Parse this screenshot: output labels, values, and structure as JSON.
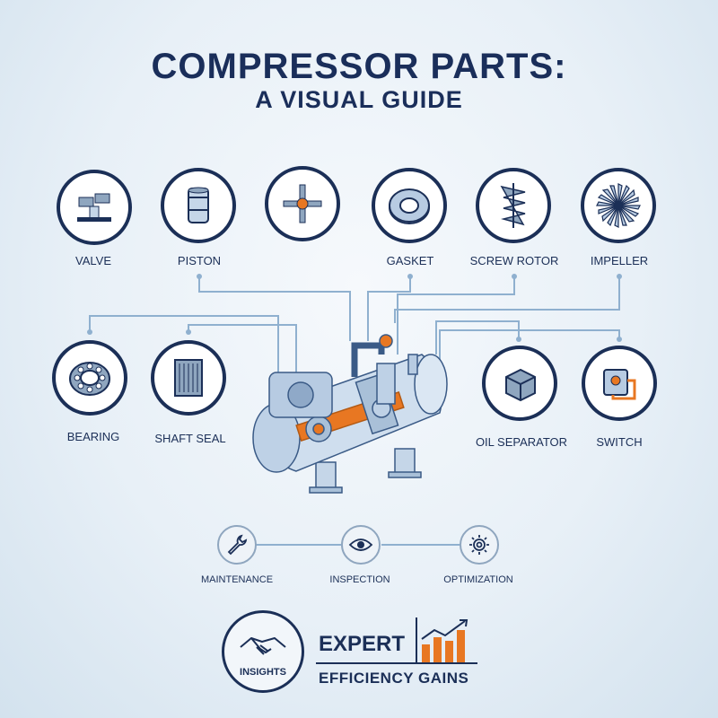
{
  "title": "COMPRESSOR PARTS:",
  "subtitle": "A VISUAL GUIDE",
  "parts": [
    {
      "label": "VALVE",
      "icon": "valve-icon"
    },
    {
      "label": "PISTON",
      "icon": "piston-icon"
    },
    {
      "label": "",
      "icon": "shaft-cross-icon"
    },
    {
      "label": "GASKET",
      "icon": "gasket-icon"
    },
    {
      "label": "SCREW ROTOR",
      "icon": "screw-rotor-icon"
    },
    {
      "label": "IMPELLER",
      "icon": "impeller-icon"
    },
    {
      "label": "BEARING",
      "icon": "bearing-icon"
    },
    {
      "label": "SHAFT SEAL",
      "icon": "shaft-seal-icon"
    },
    {
      "label": "OIL SEPARATOR",
      "icon": "oil-separator-icon"
    },
    {
      "label": "SWITCH",
      "icon": "switch-icon"
    }
  ],
  "process": [
    {
      "label": "MAINTENANCE",
      "icon": "wrench-icon"
    },
    {
      "label": "INSPECTION",
      "icon": "eye-icon"
    },
    {
      "label": "OPTIMIZATION",
      "icon": "gear-icon"
    }
  ],
  "insights": "INSIGHTS",
  "expert": "EXPERT",
  "efficiency": "EFFICIENCY GAINS",
  "colors": {
    "navy": "#1b2f57",
    "accent": "#e87722",
    "line": "#8fb0cf"
  }
}
